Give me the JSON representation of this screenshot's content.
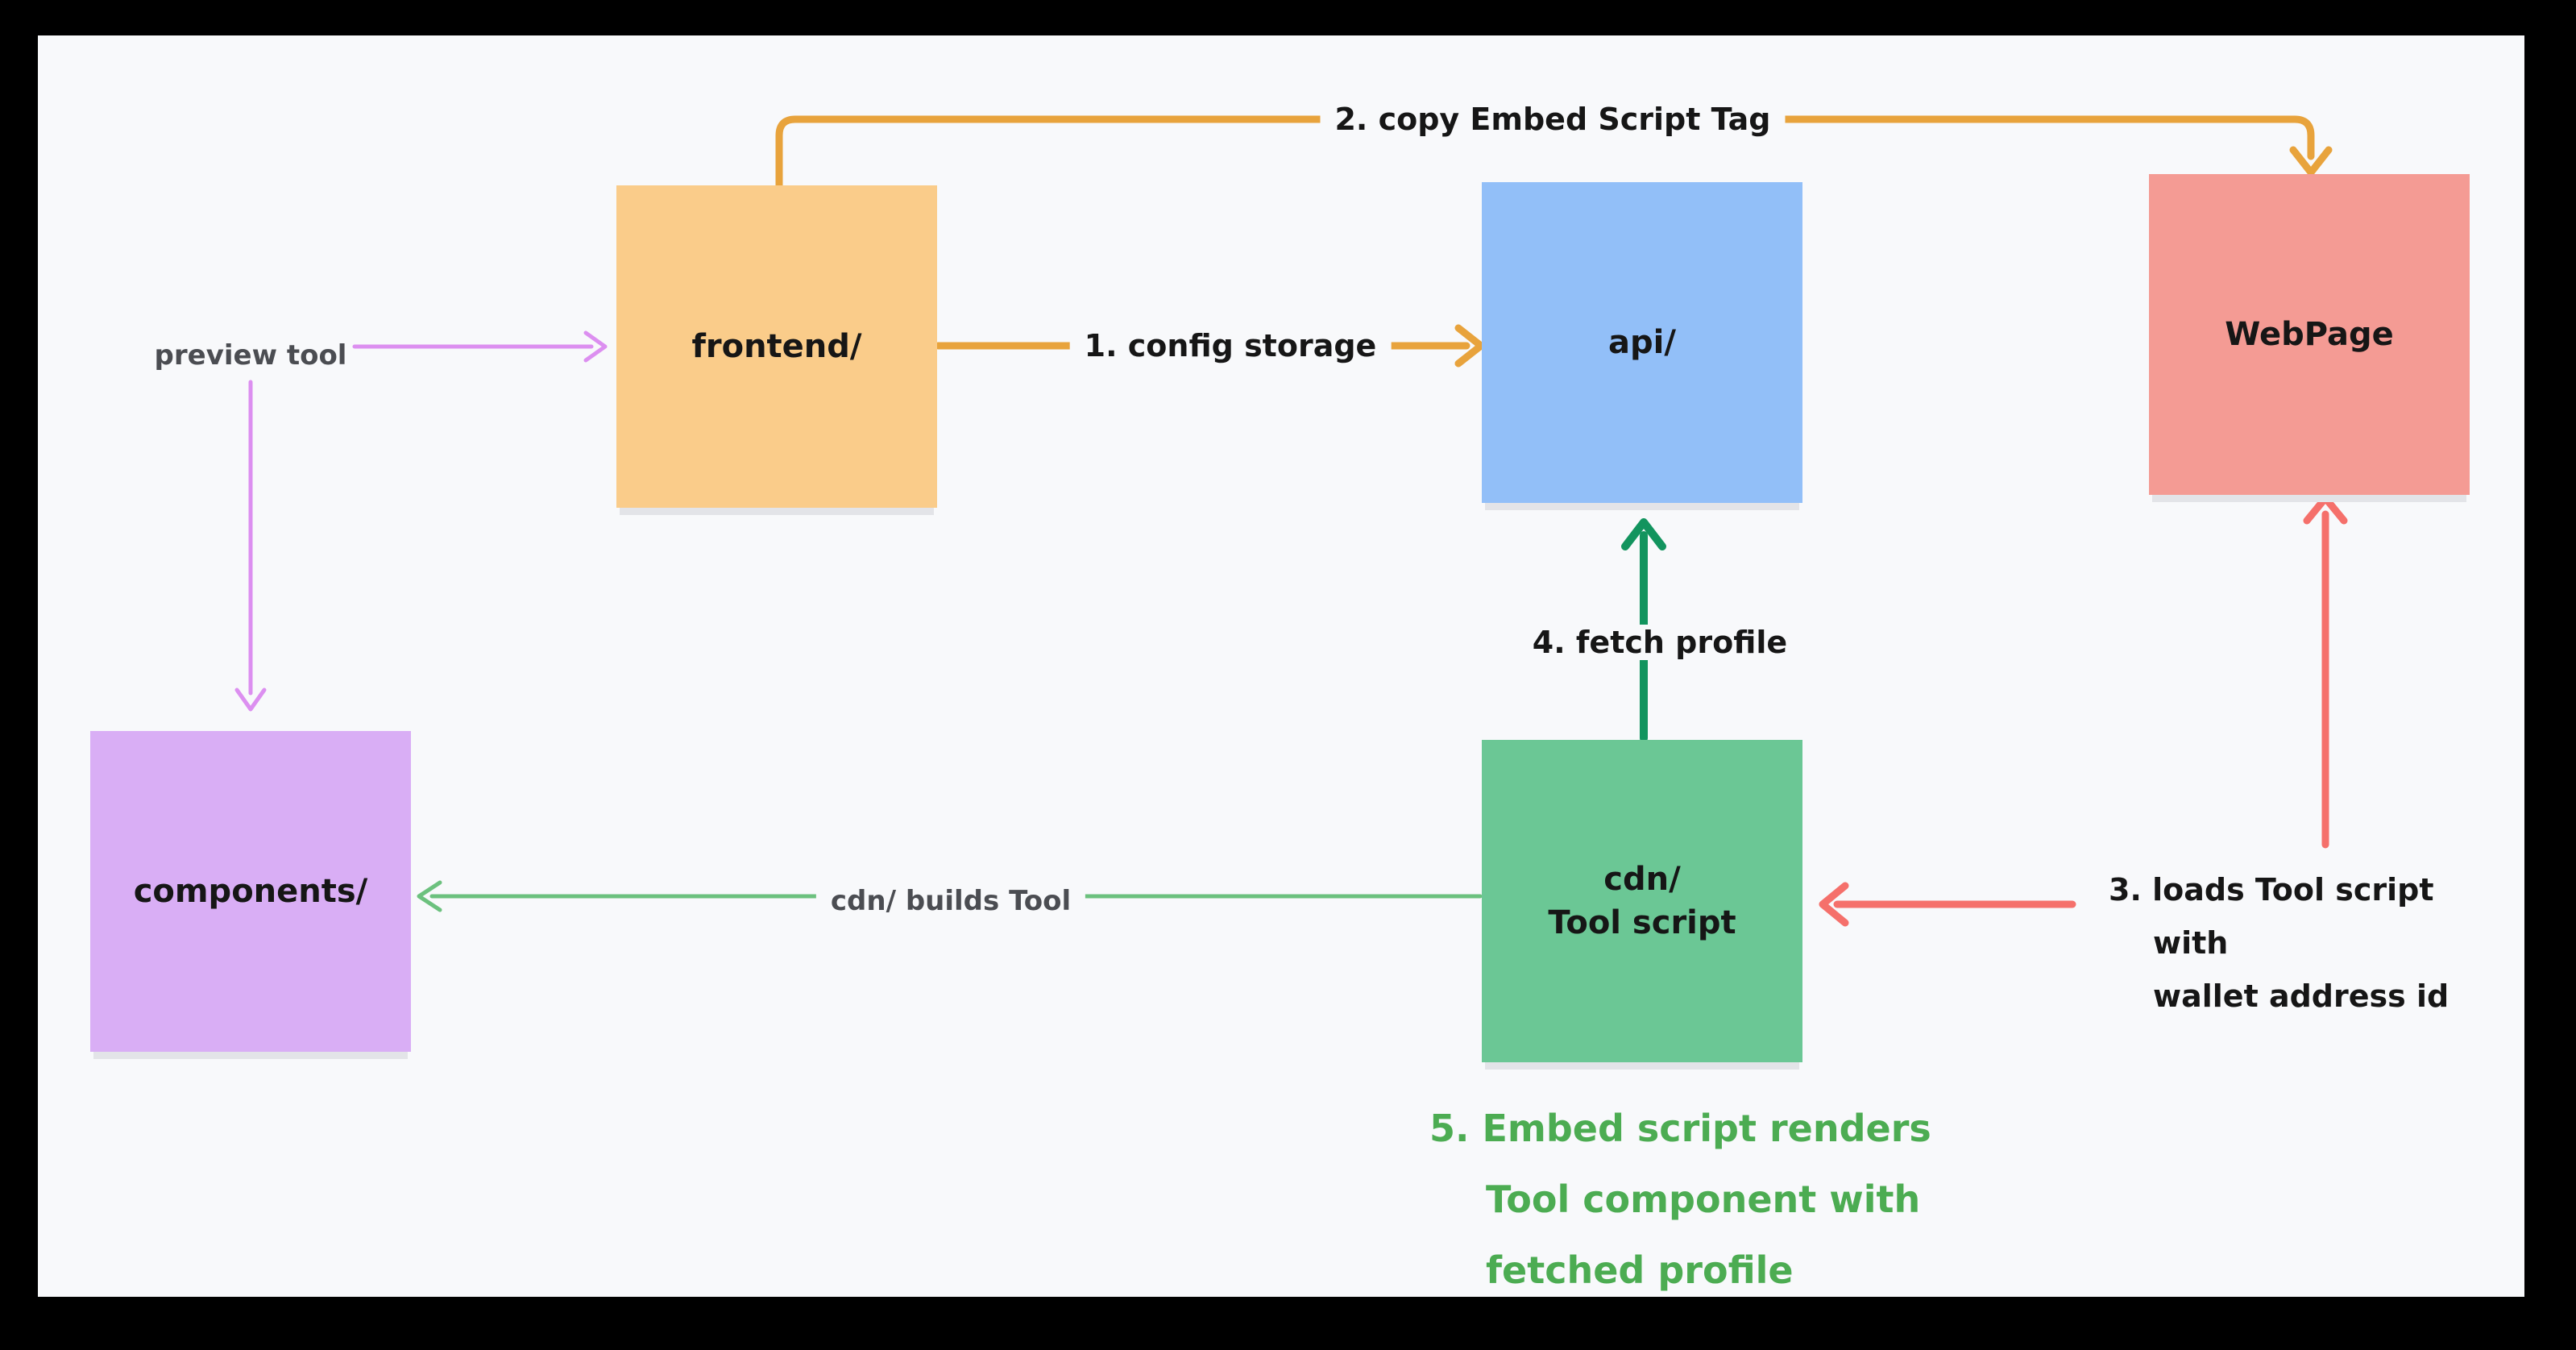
{
  "nodes": {
    "frontend": {
      "label": "frontend/"
    },
    "api": {
      "label": "api/"
    },
    "webpage": {
      "label": "WebPage"
    },
    "components": {
      "label": "components/"
    },
    "cdn": {
      "line1": "cdn/",
      "line2": "Tool script"
    }
  },
  "edges": {
    "copy_embed": {
      "label": "2. copy Embed Script Tag"
    },
    "config_storage": {
      "label": "1. config storage"
    },
    "preview_tool": {
      "label": "preview tool"
    },
    "fetch_profile": {
      "label": "4. fetch profile"
    },
    "cdn_builds_tool": {
      "label": "cdn/ builds Tool"
    },
    "loads_tool_script": {
      "line1": "3. loads Tool script",
      "line2": "with",
      "line3": "wallet address id"
    }
  },
  "annotations": {
    "step5": {
      "line1": "5. Embed script renders",
      "line2": "Tool component with",
      "line3": "fetched profile"
    }
  },
  "colors": {
    "page_bg": "#000000",
    "canvas_bg": "#F8F9FB",
    "frontend_fill": "#FACC8A",
    "api_fill": "#92BFF8",
    "webpage_fill": "#F49B94",
    "components_fill": "#D9AEF5",
    "cdn_fill": "#6BC795",
    "orange": "#E8A33C",
    "purple": "#DC8FF0",
    "red": "#F5706B",
    "green_dark": "#12945E",
    "green_light": "#6CC17E",
    "green_text": "#4CAC52",
    "gray_text": "#4B4D52",
    "ink": "#161616",
    "shadow": "#E3E4E8"
  }
}
